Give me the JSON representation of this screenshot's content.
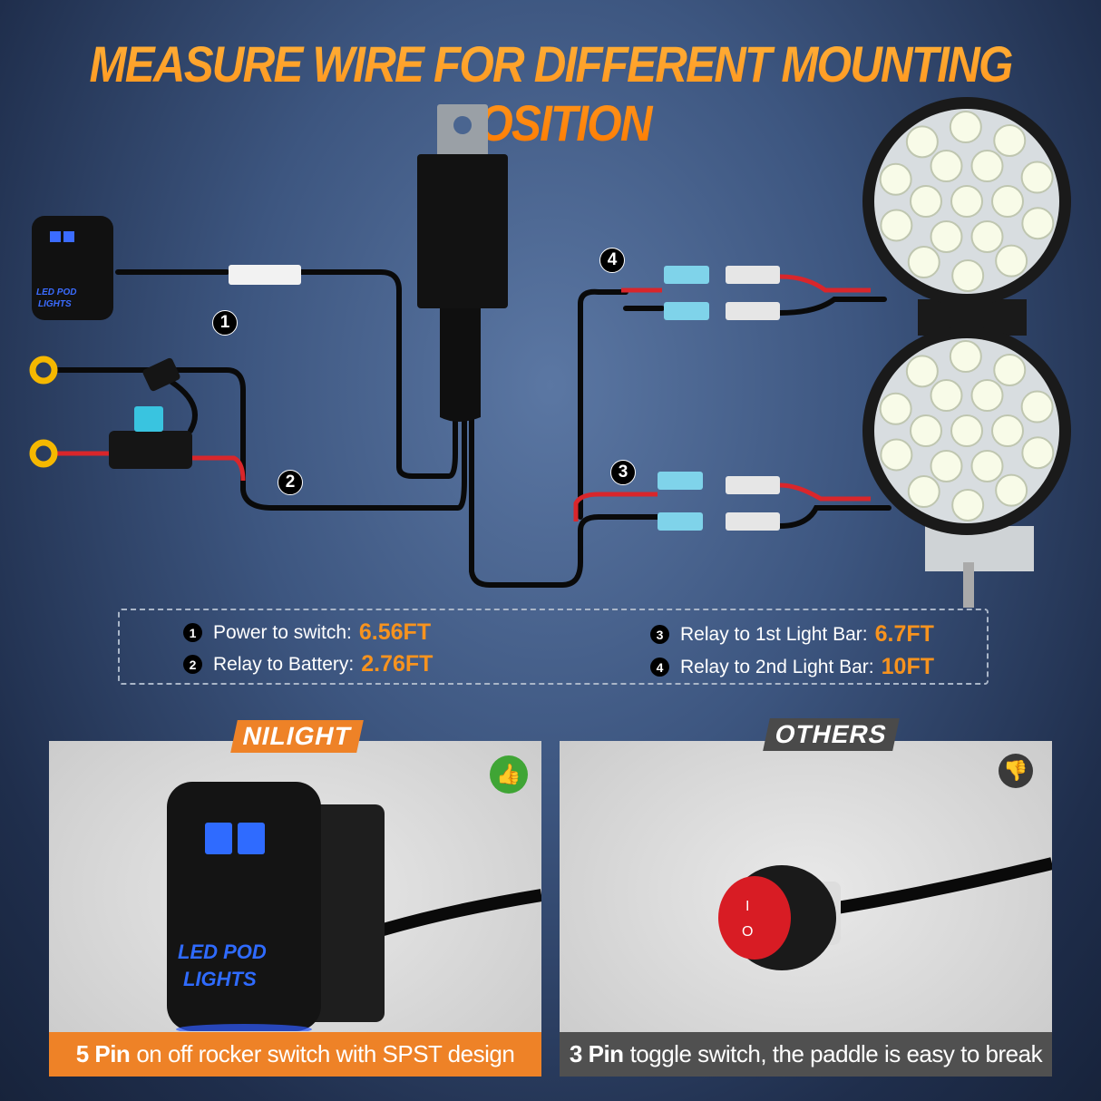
{
  "title": "MEASURE WIRE FOR DIFFERENT MOUNTING POSITION",
  "diagram_numbers": [
    "1",
    "2",
    "3",
    "4"
  ],
  "switch_logo": "LED POD LIGHTS",
  "legend": [
    {
      "num": "1",
      "label": "Power to switch:",
      "value": "6.56FT"
    },
    {
      "num": "2",
      "label": "Relay to Battery:",
      "value": "2.76FT"
    },
    {
      "num": "3",
      "label": "Relay to 1st Light Bar:",
      "value": "6.7FT"
    },
    {
      "num": "4",
      "label": "Relay to 2nd Light Bar:",
      "value": "10FT"
    }
  ],
  "panels": {
    "left": {
      "tag": "NILIGHT",
      "badge_icon": "thumbs-up-icon",
      "caption_bold": "5 Pin",
      "caption": "on off rocker switch with SPST design",
      "color": "#ee8227"
    },
    "right": {
      "tag": "OTHERS",
      "badge_icon": "thumbs-down-icon",
      "caption_bold": "3 Pin",
      "caption": "toggle switch, the paddle is easy to break",
      "color": "#505050"
    }
  },
  "colors": {
    "accent": "#f7931e",
    "wire_red": "#d9262b",
    "connector": "#7fd3ea"
  }
}
